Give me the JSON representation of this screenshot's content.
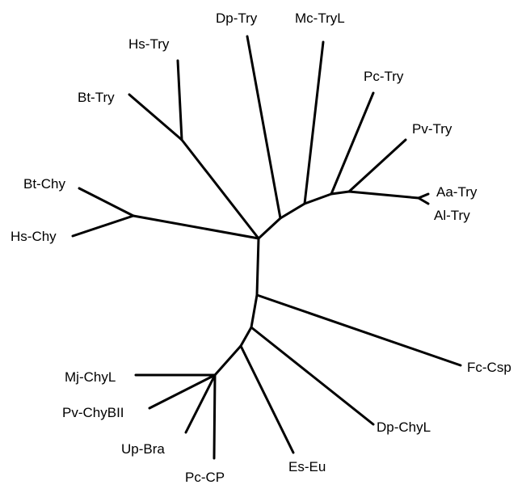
{
  "diagram": {
    "type": "unrooted-phylogenetic-tree",
    "line_color": "#000000",
    "background": "#ffffff",
    "taxa": [
      "Hs-Try",
      "Dp-Try",
      "Mc-TryL",
      "Pc-Try",
      "Bt-Try",
      "Pv-Try",
      "Bt-Chy",
      "Aa-Try",
      "Al-Try",
      "Hs-Chy",
      "Fc-Csp",
      "Mj-ChyL",
      "Pv-ChyBII",
      "Dp-ChyL",
      "Up-Bra",
      "Es-Eu",
      "Pc-CP"
    ]
  }
}
